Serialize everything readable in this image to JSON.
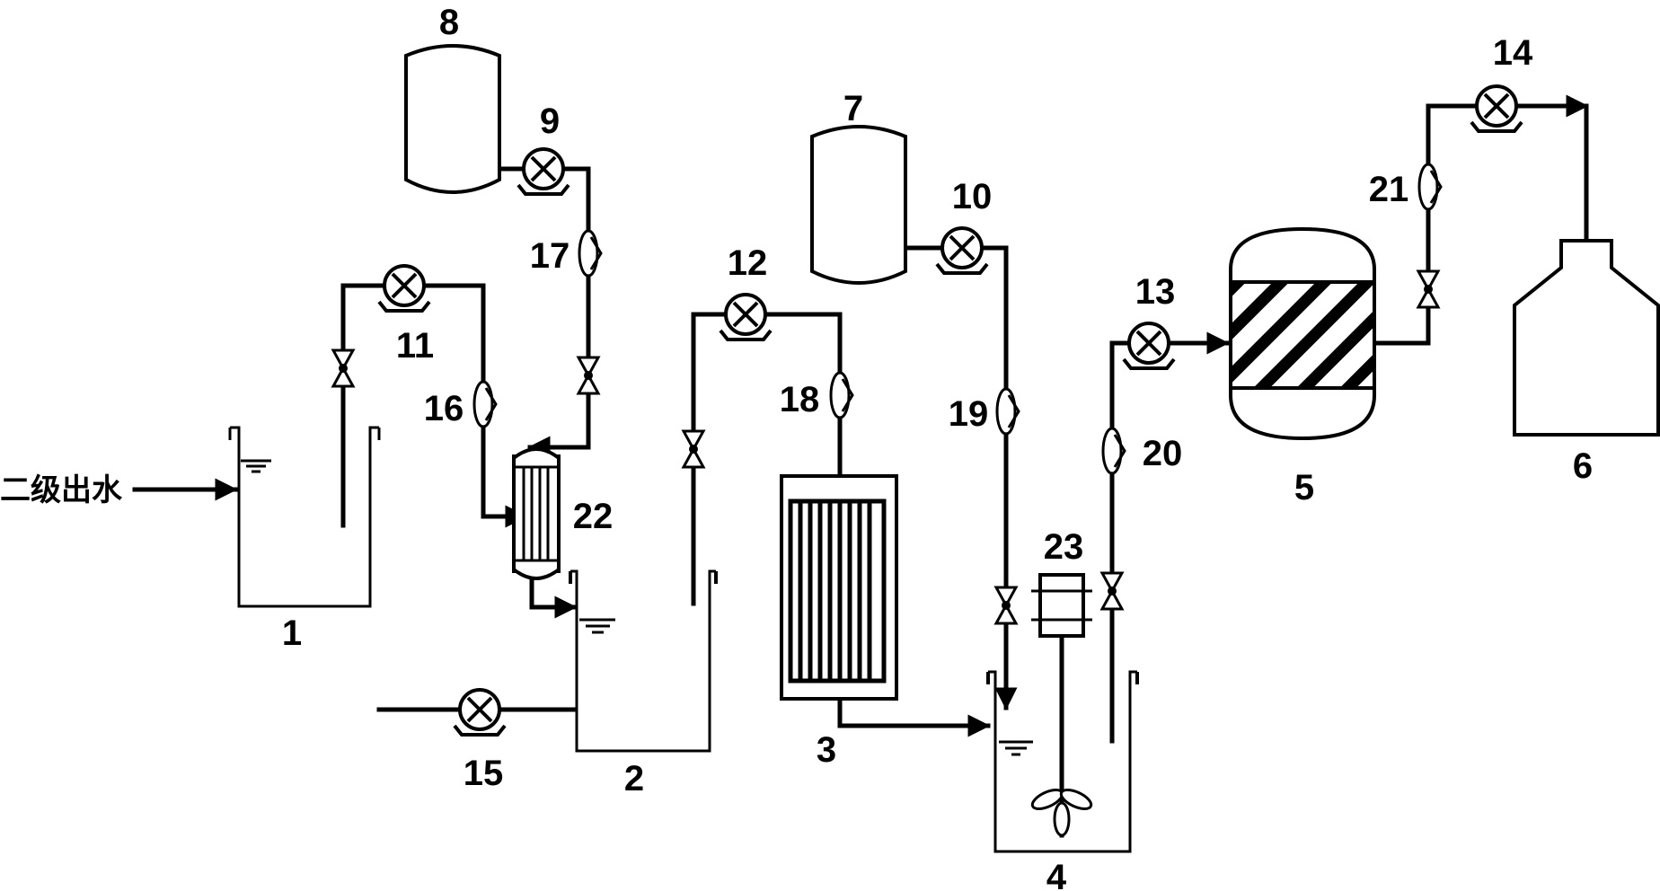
{
  "inlet_label": "二级出水",
  "labels": {
    "n1": "1",
    "n2": "2",
    "n3": "3",
    "n4": "4",
    "n5": "5",
    "n6": "6",
    "n7": "7",
    "n8": "8",
    "n9": "9",
    "n10": "10",
    "n11": "11",
    "n12": "12",
    "n13": "13",
    "n14": "14",
    "n15": "15",
    "n16": "16",
    "n17": "17",
    "n18": "18",
    "n19": "19",
    "n20": "20",
    "n21": "21",
    "n22": "22",
    "n23": "23"
  }
}
